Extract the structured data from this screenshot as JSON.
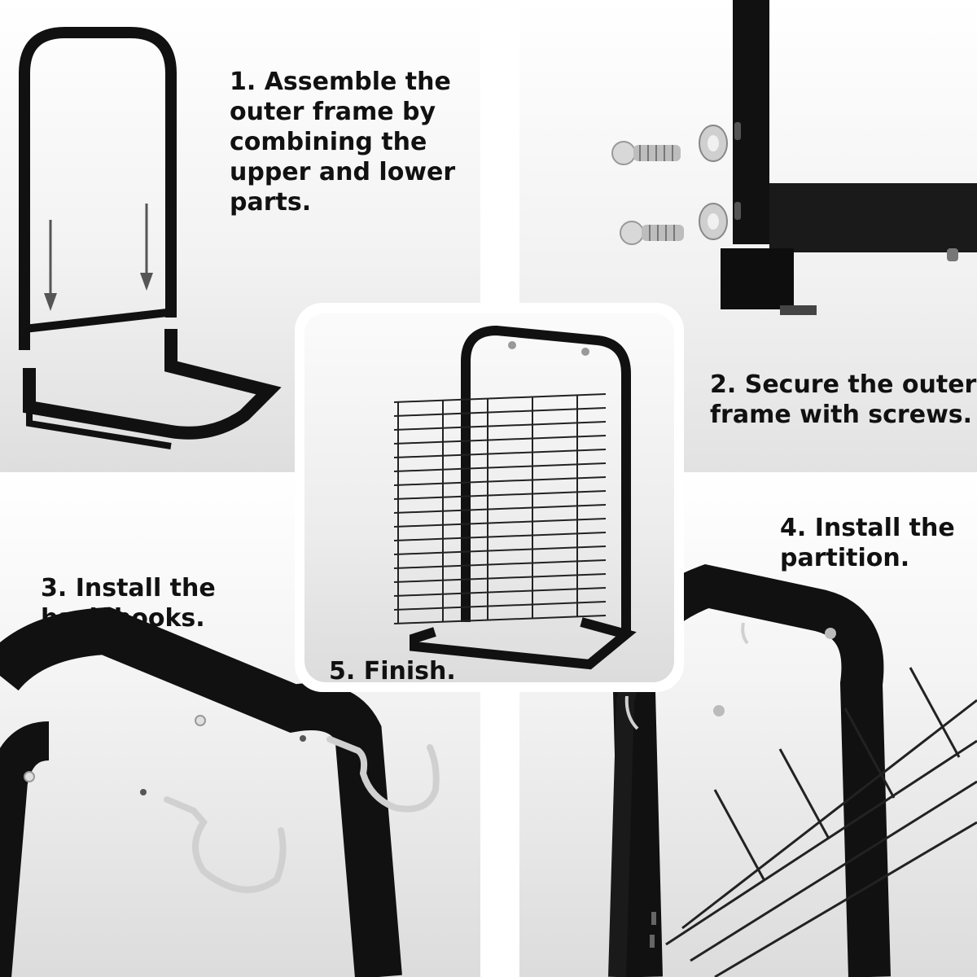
{
  "steps": {
    "step1": "1. Assemble the\nouter frame by\ncombining the\nupper and lower\nparts.",
    "step2": "2. Secure the outer\nframe with screws.",
    "step3": "3. Install  the\nback hooks.",
    "step4": "4. Install the\npartition.",
    "step5": "5. Finish."
  },
  "colors": {
    "frame": "#111111",
    "steel": "#c8c8c8",
    "text": "#111111"
  }
}
